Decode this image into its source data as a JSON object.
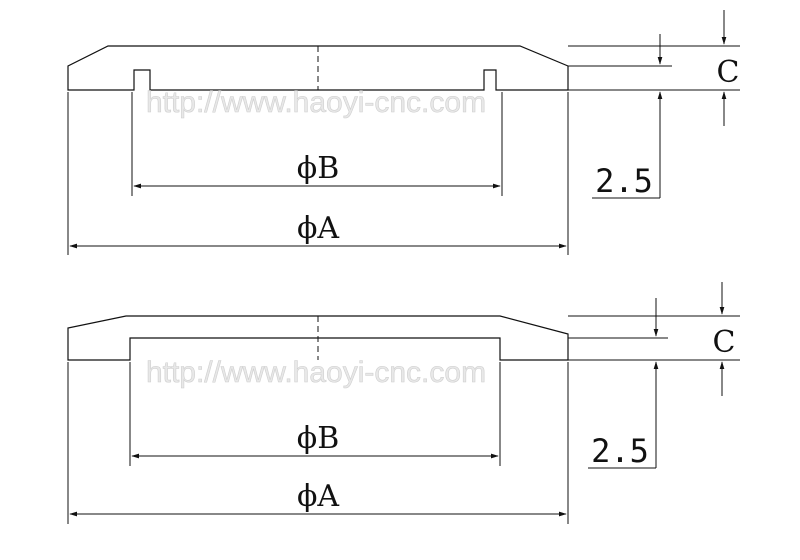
{
  "watermark": "http://www.haoyi-cnc.com",
  "figures": [
    {
      "dims": {
        "outer_diameter": "ϕA",
        "inner_diameter": "ϕB",
        "depth": "C",
        "thickness": "2.5"
      }
    },
    {
      "dims": {
        "outer_diameter": "ϕA",
        "inner_diameter": "ϕB",
        "depth": "C",
        "thickness": "2.5"
      }
    }
  ],
  "colors": {
    "line": "#111111",
    "watermark": "#cfcfcf"
  }
}
